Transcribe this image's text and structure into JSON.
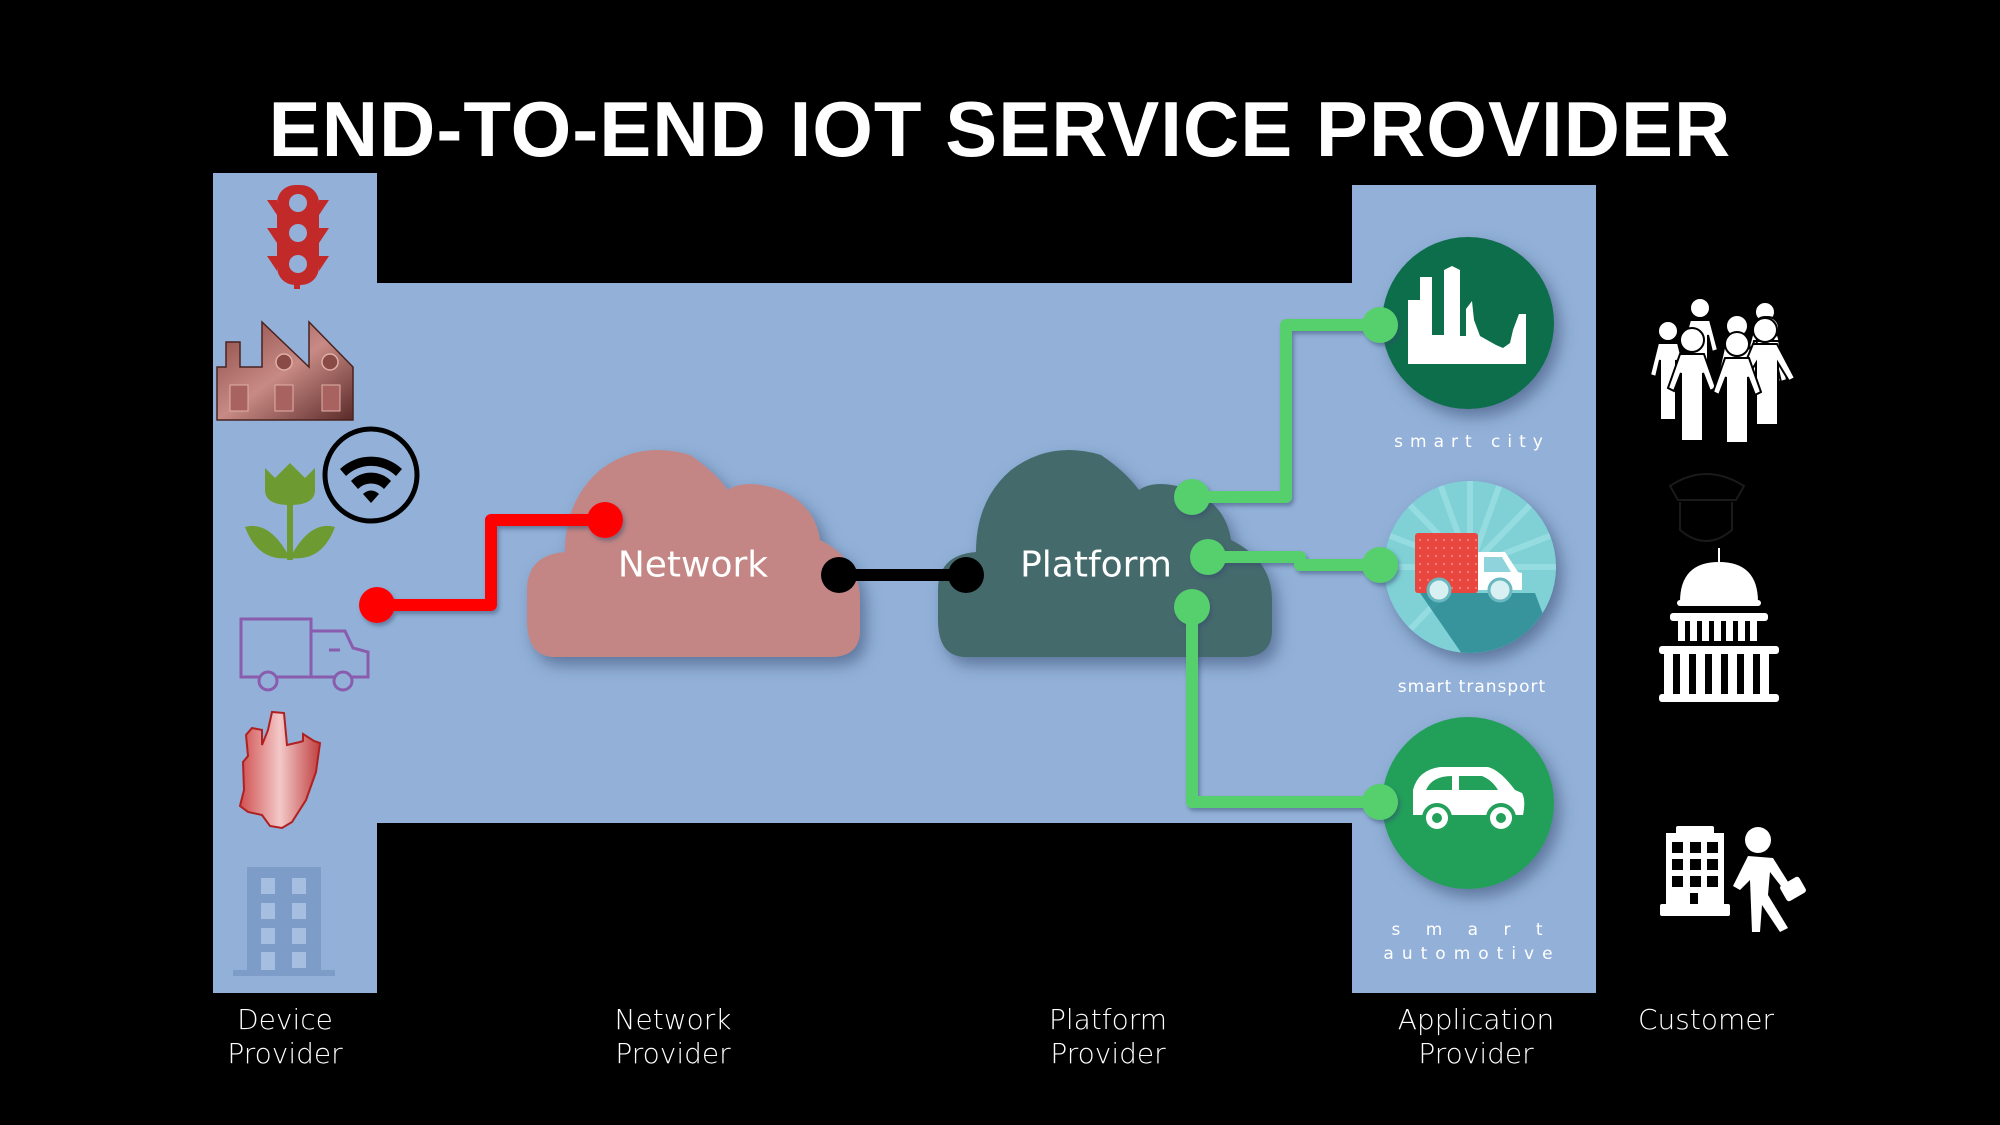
{
  "title": "END-TO-END IOT SERVICE PROVIDER",
  "colors": {
    "background": "#000000",
    "panel": "#93b1d8",
    "network_cloud": "#c48684",
    "platform_cloud": "#456b6c",
    "device_link": "#ff0000",
    "network_platform_link": "#000000",
    "platform_app_link": "#55d06c",
    "smart_city": "#0a6e4c",
    "smart_transport": "#7fd1d6",
    "smart_automotive": "#23a05a"
  },
  "device_provider": {
    "icons": [
      "traffic-light-icon",
      "factory-icon",
      "tulip-plant-icon",
      "wifi-icon",
      "delivery-truck-icon",
      "robotic-hand-icon",
      "office-building-icon"
    ]
  },
  "clouds": {
    "network": "Network",
    "platform": "Platform"
  },
  "applications": [
    {
      "label": "smart city",
      "icon": "city-skyline-icon"
    },
    {
      "label": "smart transport",
      "icon": "delivery-truck-icon"
    },
    {
      "label_line1": "s m a r t",
      "label_line2": "automotive",
      "icon": "car-icon"
    }
  ],
  "customers": {
    "icons": [
      "crowd-icon",
      "police-officer-icon",
      "government-capitol-icon",
      "business-person-icon"
    ]
  },
  "columns": [
    {
      "line1": "Device",
      "line2": "Provider"
    },
    {
      "line1": "Network",
      "line2": "Provider"
    },
    {
      "line1": "Platform",
      "line2": "Provider"
    },
    {
      "line1": "Application",
      "line2": "Provider"
    },
    {
      "line1": "Customer",
      "line2": ""
    }
  ]
}
